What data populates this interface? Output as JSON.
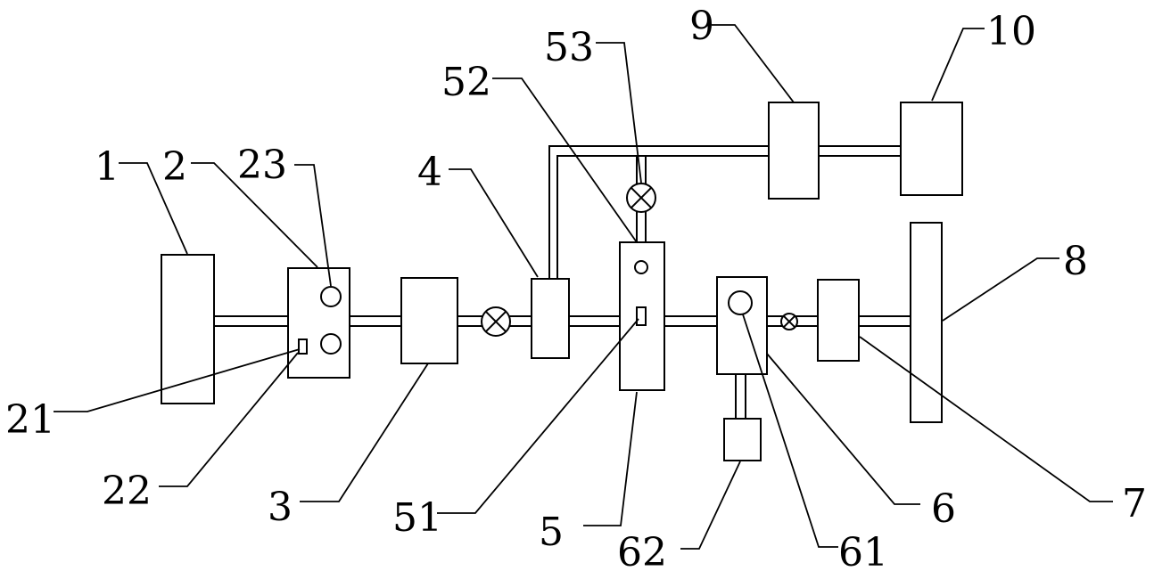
{
  "labels": {
    "l1": "1",
    "l2": "2",
    "l23": "23",
    "l4": "4",
    "l52": "52",
    "l53": "53",
    "l9": "9",
    "l10": "10",
    "l8": "8",
    "l21": "21",
    "l22": "22",
    "l3": "3",
    "l51": "51",
    "l5": "5",
    "l62": "62",
    "l61": "61",
    "l6": "6",
    "l7": "7"
  }
}
